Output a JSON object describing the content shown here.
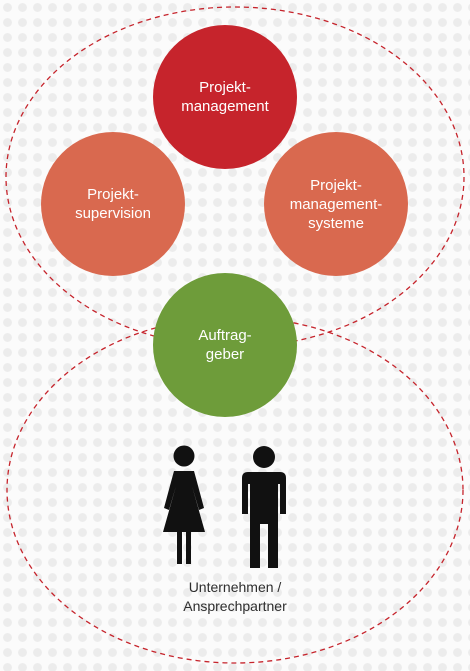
{
  "diagram": {
    "nodes": [
      {
        "id": "projektmanagement",
        "label": "Projekt-\nmanagement",
        "color": "#c6242c"
      },
      {
        "id": "projektsupervision",
        "label": "Projekt-\nsupervision",
        "color": "#d9694f"
      },
      {
        "id": "projektmanagementsysteme",
        "label": "Projekt-\nmanagement-\nsysteme",
        "color": "#d9694f"
      },
      {
        "id": "auftraggeber",
        "label": "Auftrag-\ngeber",
        "color": "#6e9c3a"
      }
    ],
    "groups": [
      {
        "id": "upper-group",
        "outline_color": "#c6242c",
        "style": "dashed"
      },
      {
        "id": "lower-group",
        "outline_color": "#c6242c",
        "style": "dashed"
      }
    ],
    "people": {
      "label": "Unternehmen /\nAnsprechpartner",
      "icons": [
        "woman-icon",
        "man-icon"
      ],
      "color": "#111111"
    }
  }
}
